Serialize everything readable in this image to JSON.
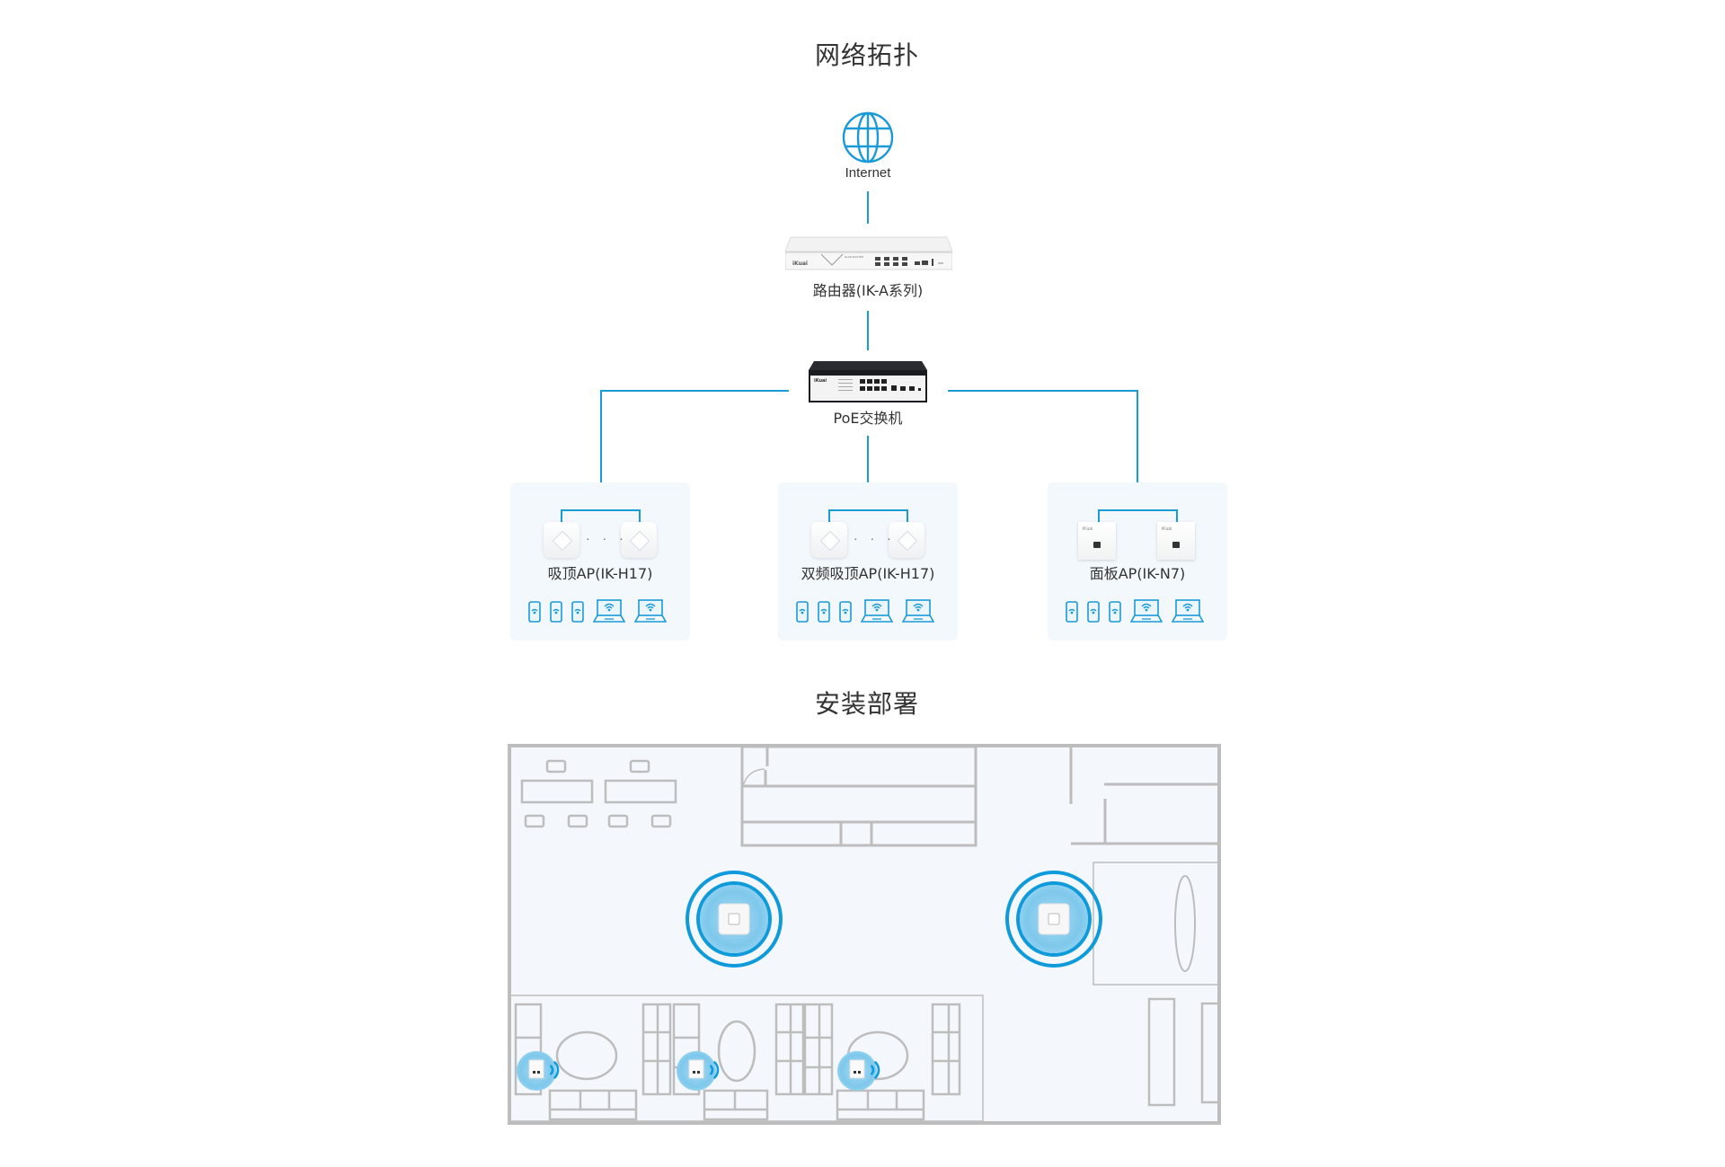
{
  "topology": {
    "title": "网络拓扑",
    "internet": {
      "label": "Internet",
      "icon": "globe-icon"
    },
    "router": {
      "label": "路由器(IK-A系列)",
      "brand": "iKuai"
    },
    "switch": {
      "label": "PoE交换机",
      "brand": "iKuai"
    },
    "groups": [
      {
        "label": "吸顶AP(IK-H17)",
        "ap_type": "ceiling",
        "ellipsis": "· · ·",
        "devices": [
          "phone",
          "phone",
          "phone",
          "laptop",
          "laptop"
        ]
      },
      {
        "label": "双频吸顶AP(IK-H17)",
        "ap_type": "ceiling",
        "ellipsis": "· · ·",
        "devices": [
          "phone",
          "phone",
          "phone",
          "laptop",
          "laptop"
        ]
      },
      {
        "label": "面板AP(IK-N7)",
        "ap_type": "panel",
        "ellipsis": "",
        "devices": [
          "phone",
          "phone",
          "phone",
          "laptop",
          "laptop"
        ]
      }
    ],
    "colors": {
      "link": "#1a9ad6",
      "card_bg": "#f3f8fd",
      "icon": "#1a9ad6"
    }
  },
  "deployment": {
    "title": "安装部署",
    "ceiling_aps": 2,
    "panel_aps": 3,
    "colors": {
      "wall": "#bdbdbd",
      "floor": "#f4f8fd",
      "signal": "#0f9bdb",
      "halo": "#7cc8ec"
    }
  }
}
